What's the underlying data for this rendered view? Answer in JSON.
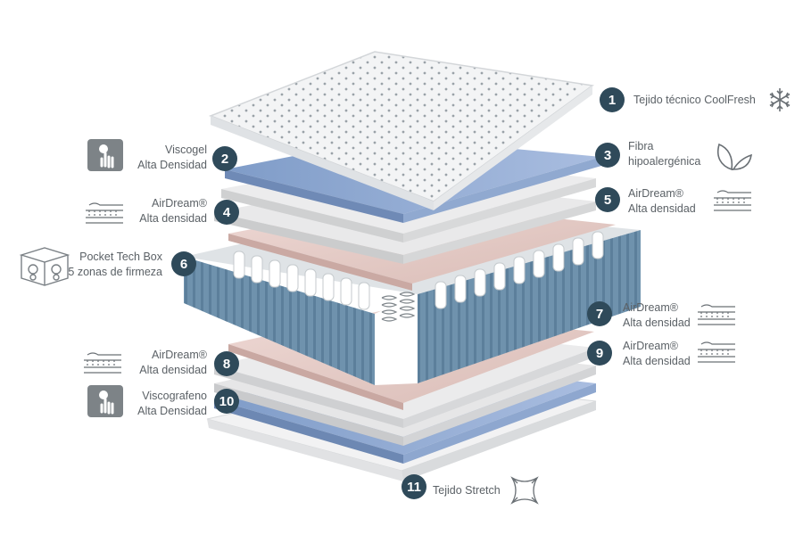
{
  "layers": [
    {
      "number": "1",
      "lines": [
        "Tejido técnico CoolFresh"
      ],
      "icon": "snowflake-icon"
    },
    {
      "number": "2",
      "lines": [
        "Viscogel",
        "Alta Densidad"
      ],
      "icon": "hand-touch-icon"
    },
    {
      "number": "3",
      "lines": [
        "Fibra",
        "hipoalergénica"
      ],
      "icon": "leaf-icon"
    },
    {
      "number": "4",
      "lines": [
        "AirDream®",
        "Alta densidad"
      ],
      "icon": "foam-layer-icon"
    },
    {
      "number": "5",
      "lines": [
        "AirDream®",
        "Alta densidad"
      ],
      "icon": "foam-layer-icon"
    },
    {
      "number": "6",
      "lines": [
        "Pocket Tech Box",
        "5 zonas de firmeza"
      ],
      "icon": "spring-coils-icon"
    },
    {
      "number": "7",
      "lines": [
        "AirDream®",
        "Alta densidad"
      ],
      "icon": "foam-layer-icon"
    },
    {
      "number": "8",
      "lines": [
        "AirDream®",
        "Alta densidad"
      ],
      "icon": "foam-layer-icon"
    },
    {
      "number": "9",
      "lines": [
        "AirDream®",
        "Alta densidad"
      ],
      "icon": "foam-layer-icon"
    },
    {
      "number": "10",
      "lines": [
        "Viscografeno",
        "Alta Densidad"
      ],
      "icon": "hand-touch-icon"
    },
    {
      "number": "11",
      "lines": [
        "Tejido Stretch"
      ],
      "icon": "stretch-fabric-icon"
    }
  ],
  "colors": {
    "badge": "#2f4a5a",
    "fabric": "#f4f5f6",
    "viscogel": "#8fa8cf",
    "foam": "#e4e4e4",
    "fiber": "#e8cfcb",
    "box": "#6f92ad",
    "text": "#5b6166"
  }
}
